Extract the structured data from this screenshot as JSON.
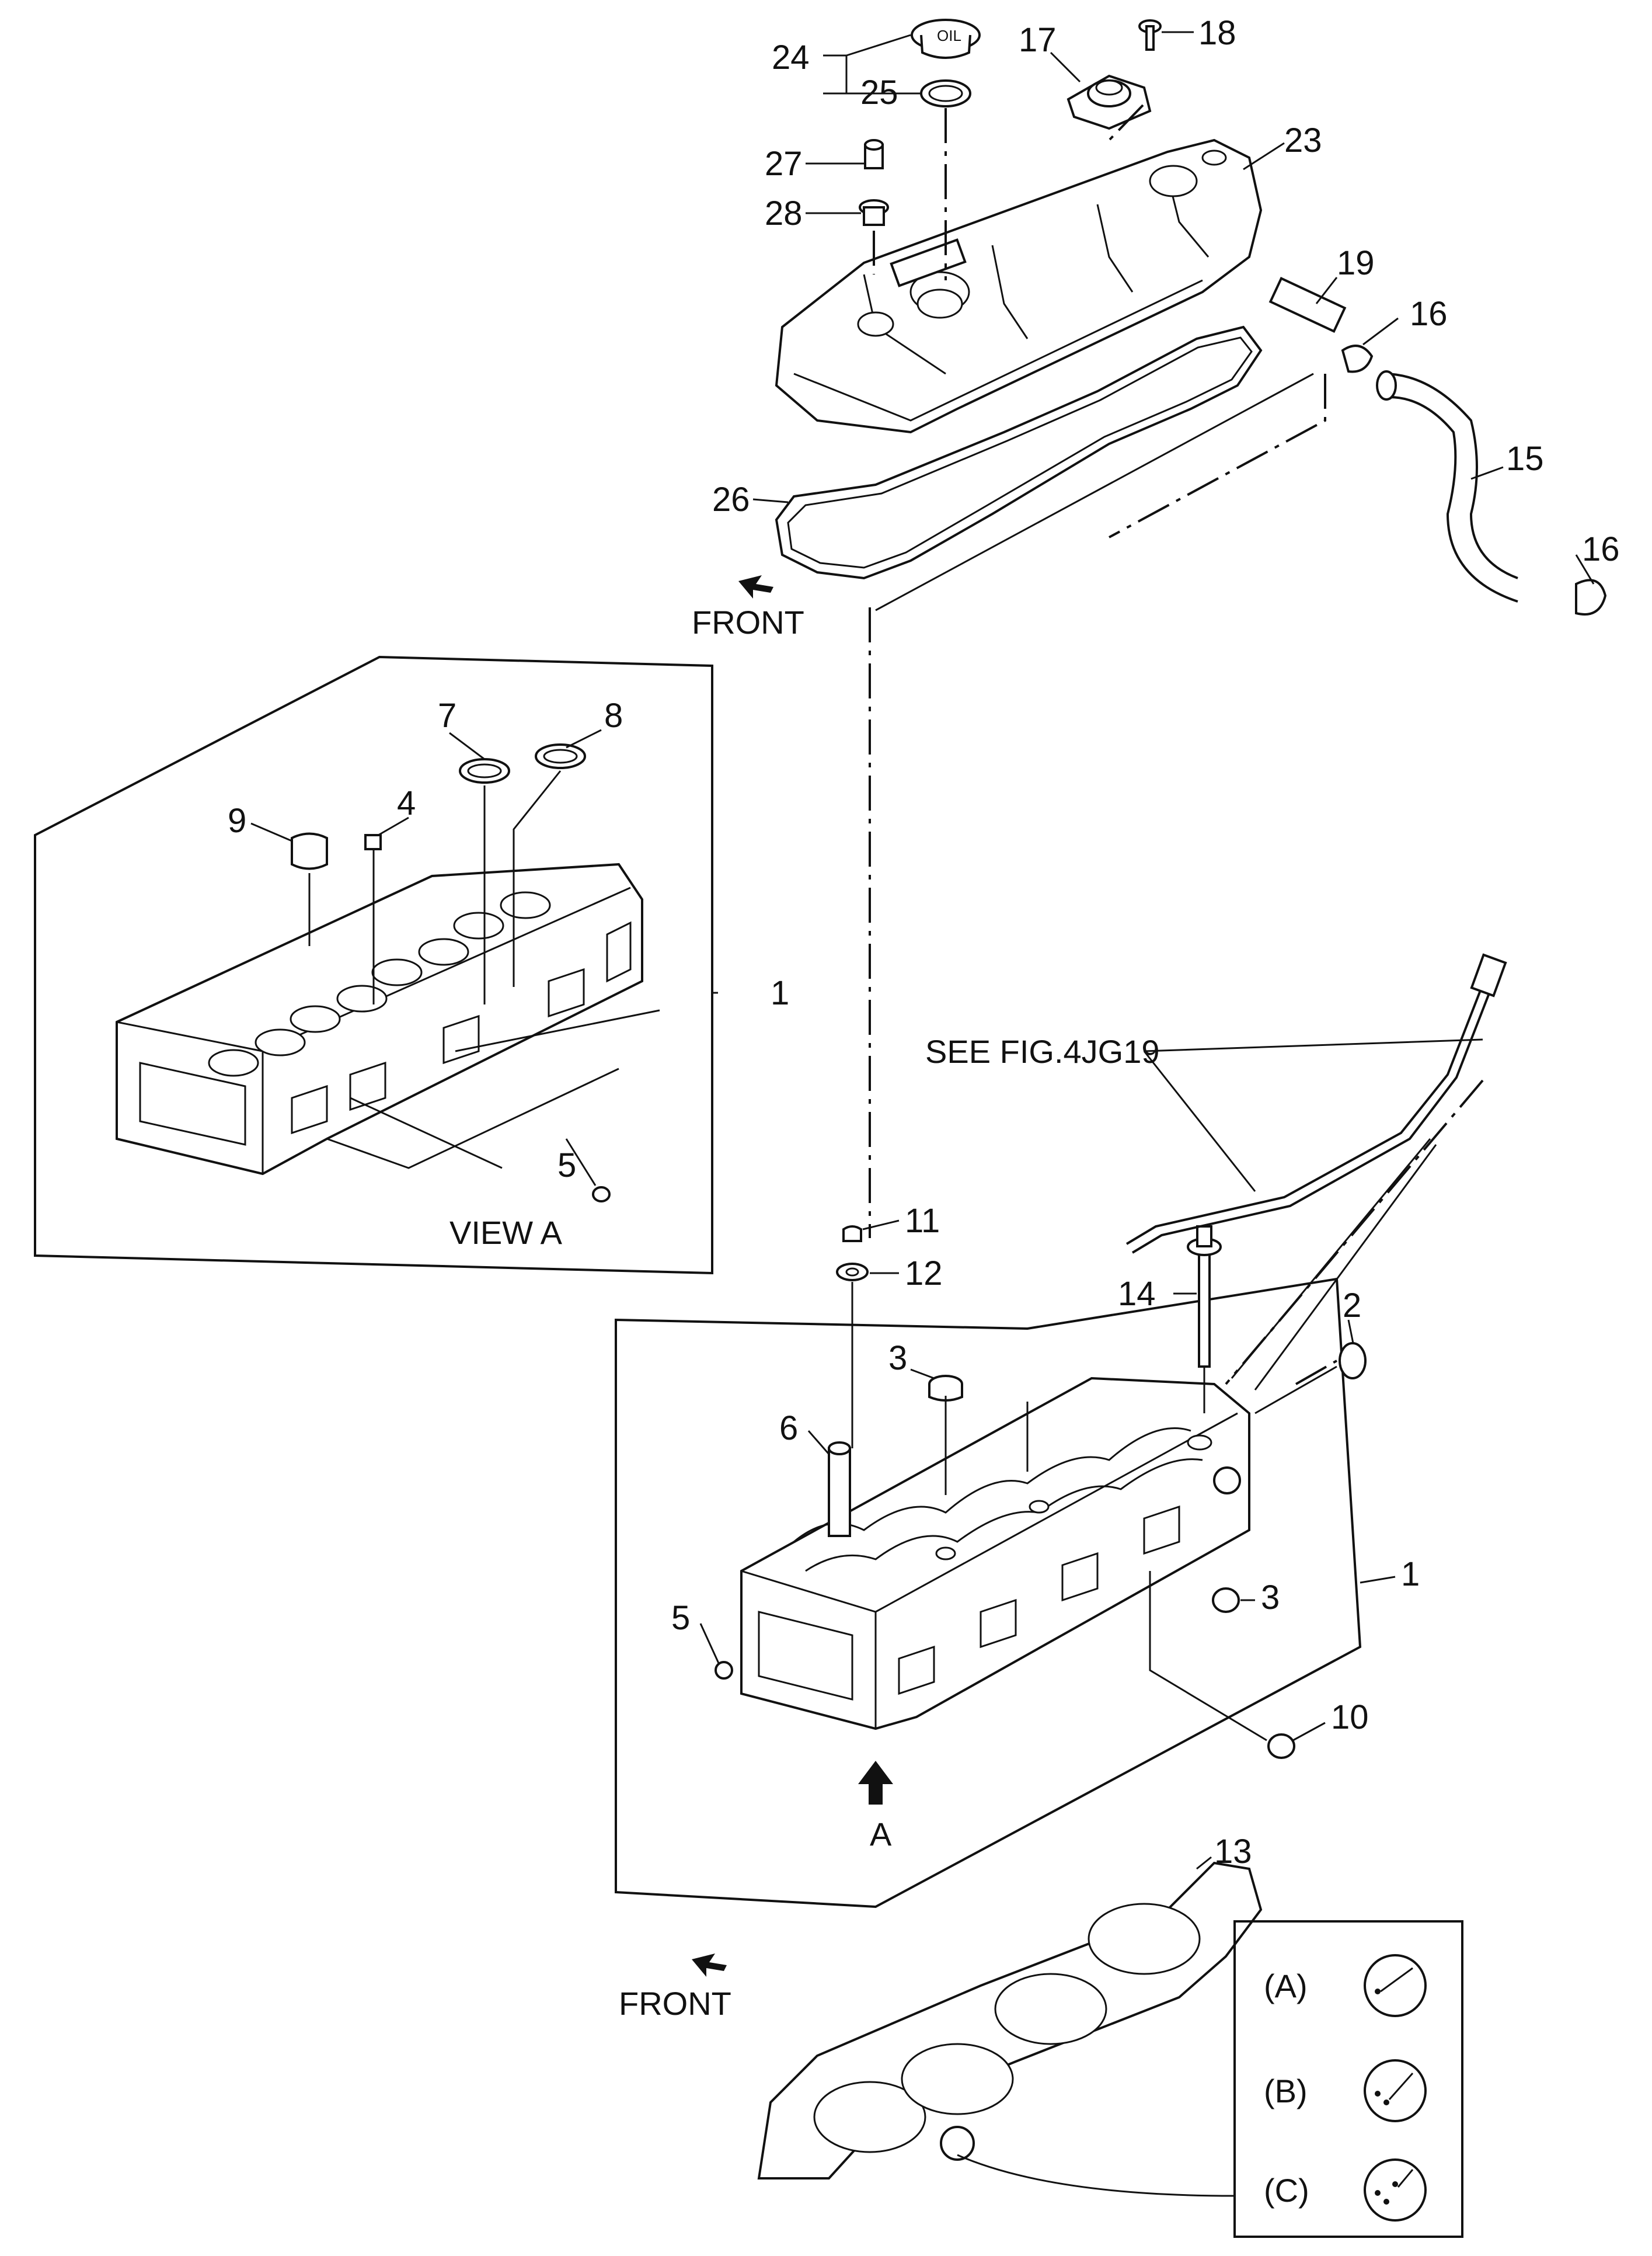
{
  "labels": {
    "n24": "24",
    "n25": "25",
    "n17": "17",
    "n18": "18",
    "n23": "23",
    "n27": "27",
    "n28": "28",
    "n19": "19",
    "n16a": "16",
    "n15": "15",
    "n16b": "16",
    "n26": "26",
    "n7": "7",
    "n8": "8",
    "n9": "9",
    "n4": "4",
    "n1a": "1",
    "n5a": "5",
    "n11": "11",
    "n12": "12",
    "n14": "14",
    "n2": "2",
    "n3a": "3",
    "n6": "6",
    "n1b": "1",
    "n3b": "3",
    "n5b": "5",
    "n10": "10",
    "n13": "13"
  },
  "captions": {
    "front_top": "FRONT",
    "front_bottom": "FRONT",
    "see_fig": "SEE FIG.4JG19",
    "view_a": "VIEW A",
    "arrow_a": "A"
  },
  "legend": {
    "a": "(A)",
    "b": "(B)",
    "c": "(C)"
  }
}
